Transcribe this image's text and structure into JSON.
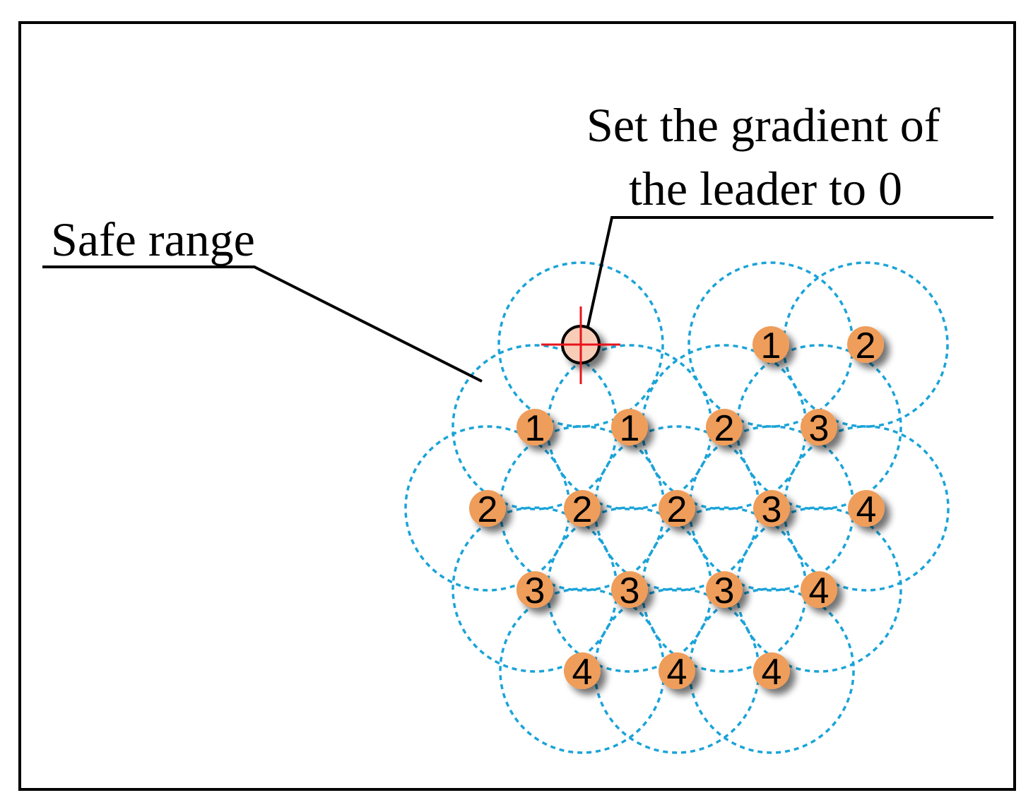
{
  "annotations": {
    "leader_line1": "Set the gradient of",
    "leader_line2": "the leader to 0",
    "safe_range": "Safe range"
  },
  "nodes": [
    {
      "row": 0,
      "col": 1,
      "label": "1"
    },
    {
      "row": 0,
      "col": 2,
      "label": "2"
    },
    {
      "row": 1,
      "col": 0,
      "label": "1"
    },
    {
      "row": 1,
      "col": 1,
      "label": "1"
    },
    {
      "row": 1,
      "col": 2,
      "label": "2"
    },
    {
      "row": 1,
      "col": 3,
      "label": "3"
    },
    {
      "row": 2,
      "col": 0,
      "label": "2"
    },
    {
      "row": 2,
      "col": 1,
      "label": "2"
    },
    {
      "row": 2,
      "col": 2,
      "label": "2"
    },
    {
      "row": 2,
      "col": 3,
      "label": "3"
    },
    {
      "row": 2,
      "col": 4,
      "label": "4"
    },
    {
      "row": 3,
      "col": 0,
      "label": "3"
    },
    {
      "row": 3,
      "col": 1,
      "label": "3"
    },
    {
      "row": 3,
      "col": 2,
      "label": "3"
    },
    {
      "row": 3,
      "col": 3,
      "label": "4"
    },
    {
      "row": 4,
      "col": 0,
      "label": "4"
    },
    {
      "row": 4,
      "col": 1,
      "label": "4"
    },
    {
      "row": 4,
      "col": 2,
      "label": "4"
    }
  ],
  "colors": {
    "node_fill": "#ef9d5a",
    "range_stroke": "#1aa3d8",
    "leader_fill": "#f7cdb8",
    "crosshair": "#e8141b"
  }
}
